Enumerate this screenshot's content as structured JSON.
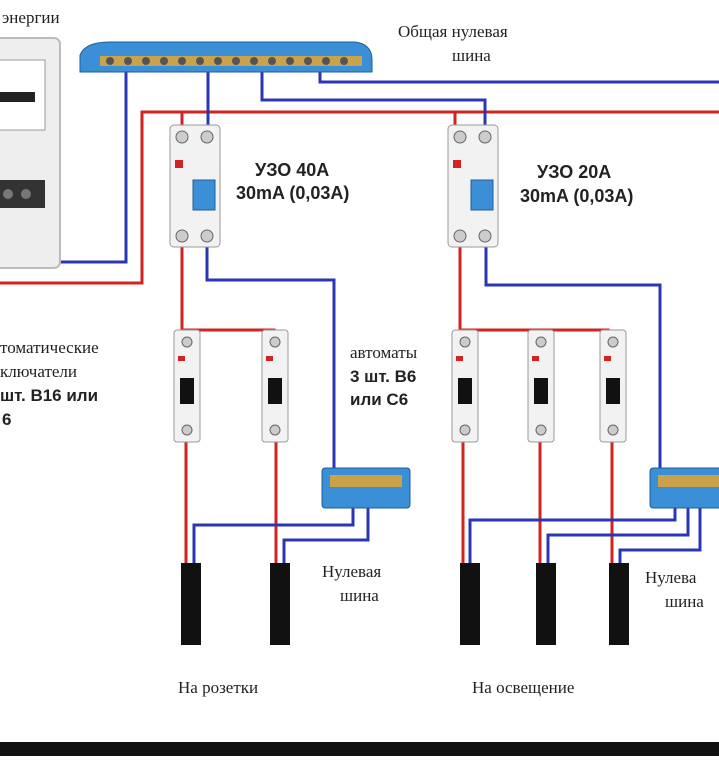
{
  "labels": {
    "meter_title": "энергии",
    "common_neutral_bus": [
      "Общая нулевая",
      "шина"
    ],
    "rcd_left": {
      "label": "УЗО 40А",
      "current": "30mA (0,03A)"
    },
    "rcd_right": {
      "label": "УЗО 20А",
      "current": "30mA (0,03A)"
    },
    "breakers_left_text": [
      "томатические",
      "ключатели",
      "шт. В16 или",
      "6"
    ],
    "breakers_mid_text": [
      "автоматы",
      "3 шт. В6",
      "или С6"
    ],
    "neutral_bus_left": [
      "Нулевая",
      "шина"
    ],
    "neutral_bus_right": [
      "Нулева",
      "шина"
    ],
    "to_sockets": "На розетки",
    "to_lighting": "На освещение"
  },
  "colors": {
    "phase_wire": "#d32222",
    "neutral_wire": "#2b35b5",
    "bus_bar": "#3a8fd6",
    "device_body": "#f2f2f2",
    "cable": "#111111"
  }
}
